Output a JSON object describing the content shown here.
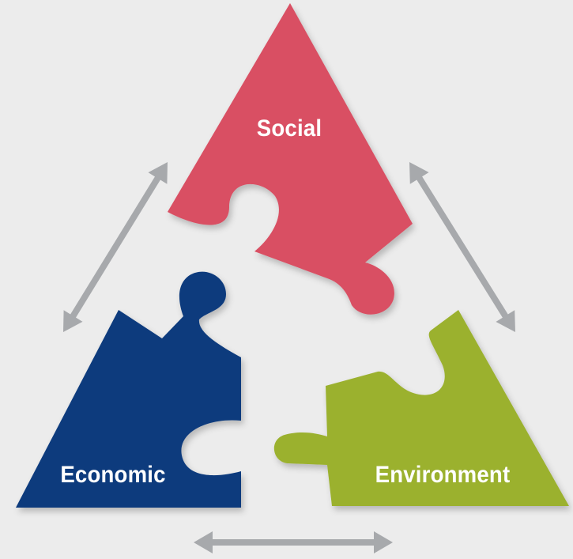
{
  "pieces": {
    "social": {
      "label": "Social",
      "color": "#d94f63"
    },
    "economic": {
      "label": "Economic",
      "color": "#0d3b7d"
    },
    "environment": {
      "label": "Environment",
      "color": "#9bb12f"
    }
  },
  "colors": {
    "background": "#ececec",
    "arrow": "#a7a9ac"
  },
  "arrows": [
    {
      "between": [
        "social",
        "economic"
      ],
      "direction": "bidirectional"
    },
    {
      "between": [
        "social",
        "environment"
      ],
      "direction": "bidirectional"
    },
    {
      "between": [
        "economic",
        "environment"
      ],
      "direction": "bidirectional"
    }
  ]
}
